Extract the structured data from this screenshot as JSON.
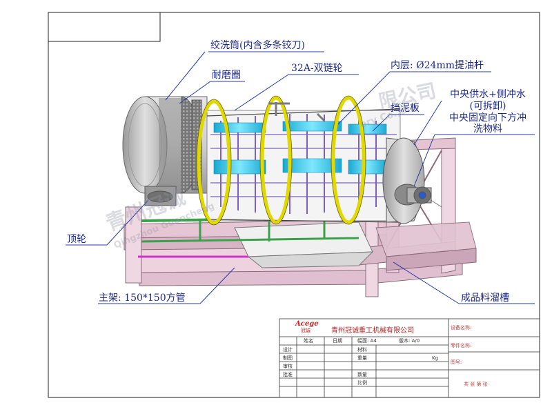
{
  "labels": {
    "drum": "绞洗筒(内含多条铰刀)",
    "wear_ring": "耐磨圈",
    "chain_wheel": "32A-双链轮",
    "inner_layer": "内层: Ø24mm提油杆",
    "mud_guard": "挡泥板",
    "water_supply_1": "中央供水+侧冲水",
    "water_supply_2": "(可拆卸)",
    "water_supply_3": "中央固定向下方冲",
    "water_supply_4": "洗物料",
    "top_wheel": "顶轮",
    "main_frame": "主架: 150*150方管",
    "product_chute": "成品料溜槽"
  },
  "watermark": {
    "cn_top": "限公司",
    "en_top": "ery Co.,Ltd",
    "cn_bottom": "青州冠诚",
    "en_bottom": "Qingzhou Guancheng"
  },
  "title_block": {
    "logo_text": "Acege",
    "logo_sub": "冠诚",
    "company": "青州冠诚重工机械有限公司",
    "device_name_label": "设备名称:",
    "part_name_label": "零件名称:",
    "drawing_no_label": "图号:",
    "col_name": "姓名",
    "col_date": "日期",
    "paper_label": "幅面: A4",
    "version_label": "版本: A/0",
    "rows": [
      "设计",
      "制图",
      "审核",
      "批准"
    ],
    "material_label": "材料",
    "weight_label": "重量",
    "weight_unit": "Kg",
    "quantity_label": "数量",
    "scale_label": "比例",
    "sheet_info": "共  张  第  张"
  },
  "colors": {
    "label_blue": "#1e2a8a",
    "frame_pink": "#e8c8d8",
    "frame_stroke": "#8a6a7a",
    "frame_green": "#3aa04a",
    "ring_yellow": "#e8e000",
    "bar_cyan": "#30c8e8",
    "bar_purple": "#8a6ad0",
    "drum_grey": "#c8c8c8"
  }
}
